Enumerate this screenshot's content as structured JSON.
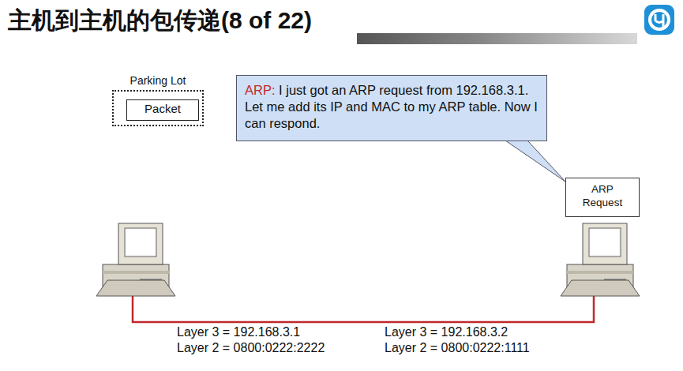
{
  "diagram": {
    "title": "主机到主机的包传递(8 of 22)",
    "nodes": [
      {
        "text": [
          "Parking Lot"
        ]
      },
      {
        "text": [
          "Packet"
        ],
        "in": 0
      },
      {
        "text": [
          "ARP:",
          "I just got an ARP request from 192.168.3.1. Let me add its IP and MAC to my ARP table. Now I can respond."
        ]
      },
      {
        "text": [
          "ARP Request"
        ]
      }
    ],
    "labels": [
      "Layer 3 = 192.168.3.1",
      "Layer 2 = 0800:0222:2222",
      "Layer 3 = 192.168.3.2",
      "Layer 2 = 0800:0222:1111"
    ]
  }
}
